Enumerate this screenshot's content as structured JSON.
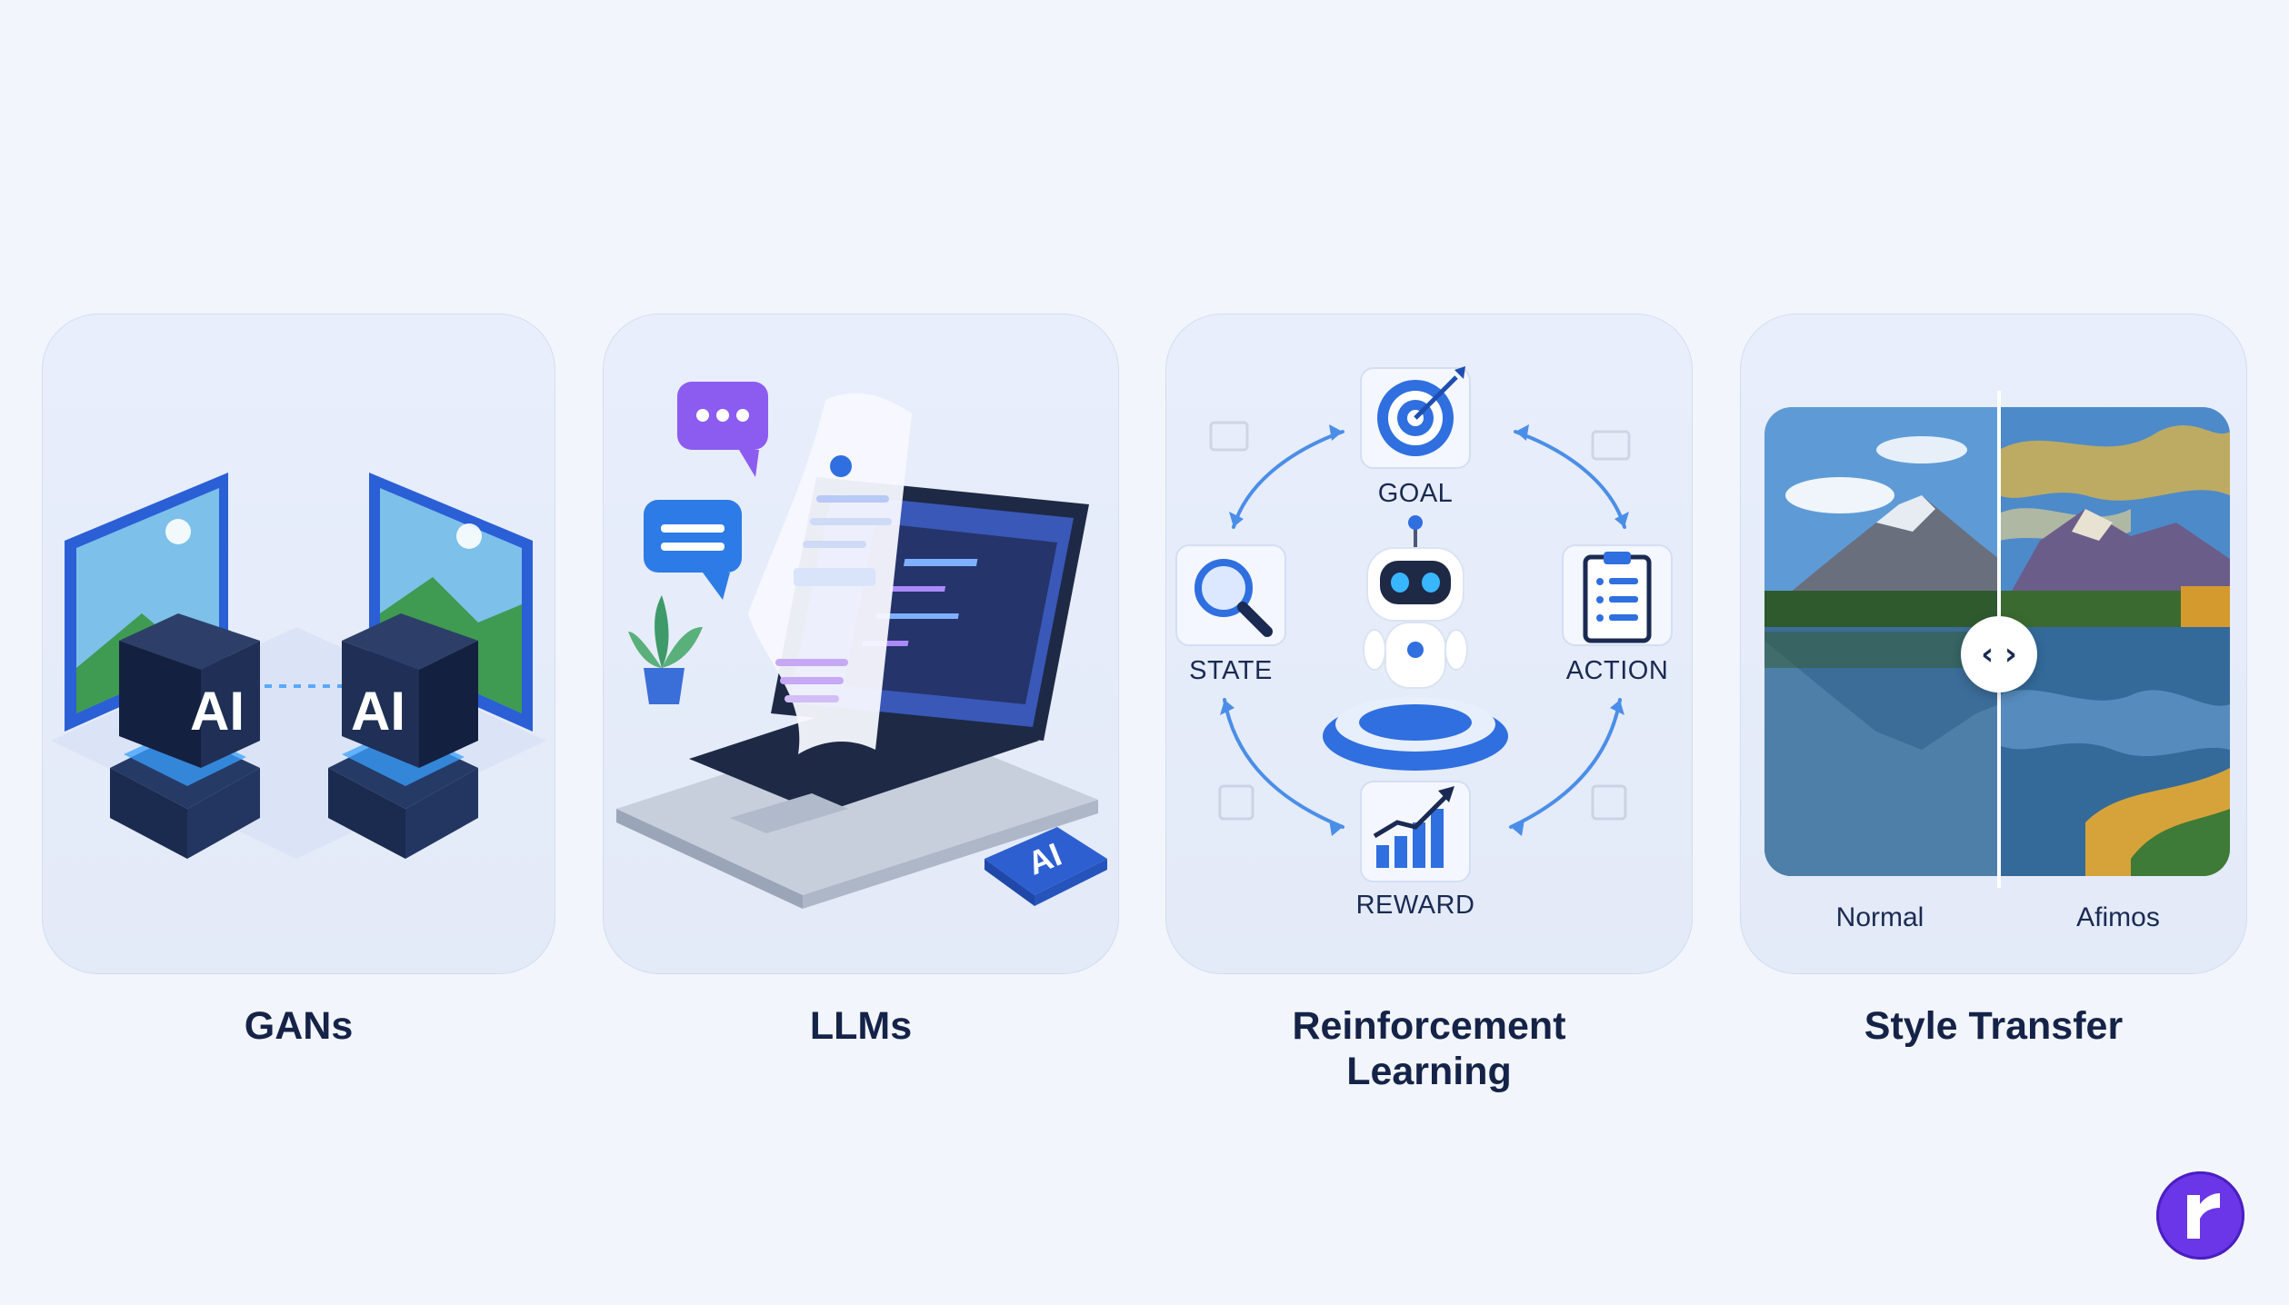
{
  "cards": [
    {
      "title_lines": [
        "GANs"
      ]
    },
    {
      "title_lines": [
        "LLMs"
      ]
    },
    {
      "title_lines": [
        "Reinforcement",
        "Learning"
      ]
    },
    {
      "title_lines": [
        "Style Transfer"
      ]
    }
  ],
  "gans": {
    "chip_text_left": "AI",
    "chip_text_right": "AI"
  },
  "llms": {
    "chip_text": "AI"
  },
  "rl": {
    "goal": "GOAL",
    "state": "STATE",
    "action": "ACTION",
    "reward": "REWARD"
  },
  "style_transfer": {
    "left_label": "Normal",
    "right_label": "Afimos",
    "slider_glyph": "‹ ›"
  },
  "colors": {
    "accent_blue": "#2f6fe0",
    "navy": "#152348",
    "brand_purple": "#6a36e8"
  },
  "icons": {
    "goal": "target-icon",
    "state": "magnifier-icon",
    "action": "clipboard-icon",
    "reward": "growth-chart-icon",
    "logo": "brand-r-logo"
  }
}
